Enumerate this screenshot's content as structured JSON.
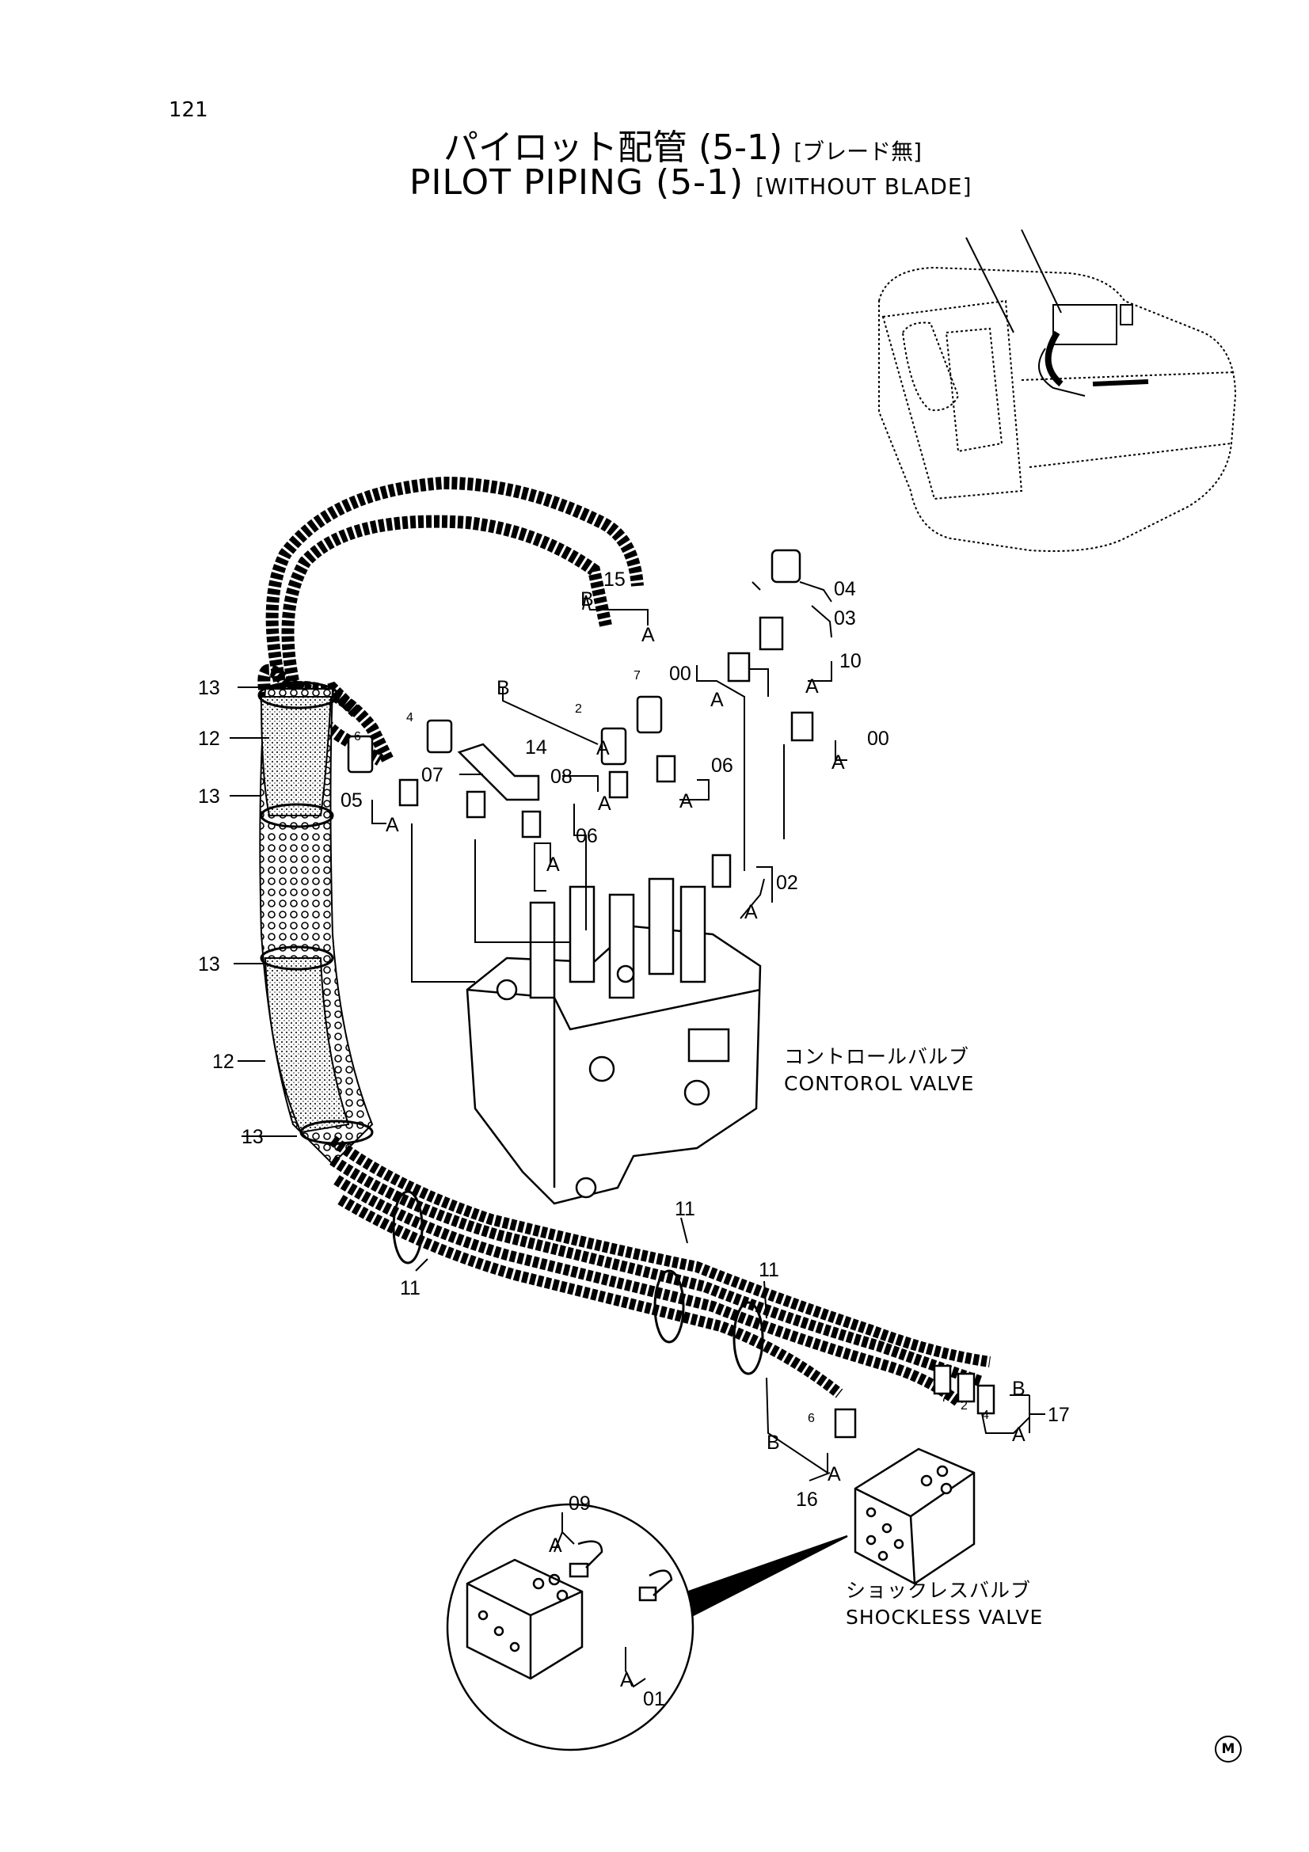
{
  "page_number": "121",
  "title_jp": "パイロット配管 (5-1)",
  "title_jp_suffix": "[ブレード無]",
  "title_en": "PILOT PIPING (5-1)",
  "title_en_suffix": "[WITHOUT BLADE]",
  "control_valve": {
    "jp": "コントロールバルブ",
    "en": "CONTOROL VALVE"
  },
  "shockless_valve": {
    "jp": "ショックレスバルブ",
    "en": "SHOCKLESS VALVE"
  },
  "mark": "M",
  "callouts": {
    "c13a": "13",
    "c12a": "12",
    "c13b": "13",
    "c13c": "13",
    "c12b": "12",
    "c13d": "13",
    "c15": "15",
    "c14": "14",
    "c05": "05",
    "c07": "07",
    "c08": "08",
    "c06a": "06",
    "c06b": "06",
    "c00a": "00",
    "c00b": "00",
    "c04": "04",
    "c03": "03",
    "c10": "10",
    "c02": "02",
    "c11a": "11",
    "c11b": "11",
    "c11c": "11",
    "c16": "16",
    "c17": "17",
    "c09": "09",
    "c01": "01"
  },
  "letters": {
    "A": "A",
    "B": "B"
  },
  "hose_numbers": {
    "h7": "7",
    "h2": "2",
    "h4": "4",
    "h6": "6"
  }
}
